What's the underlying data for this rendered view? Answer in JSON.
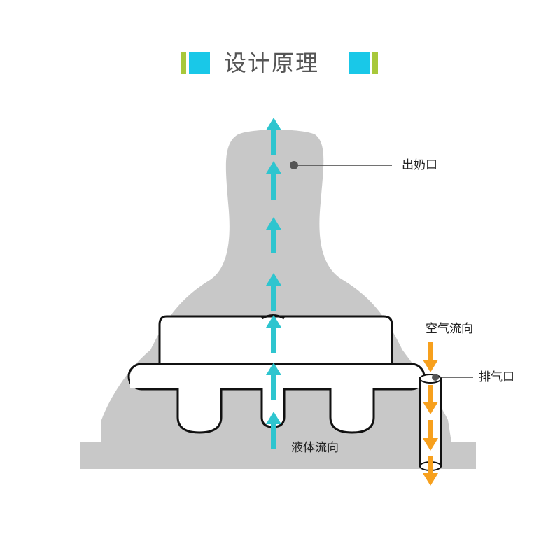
{
  "title": "设计原理",
  "labels": {
    "nipple_outlet": "出奶口",
    "air_flow": "空气流向",
    "vent": "排气口",
    "liquid_flow": "液体流向"
  },
  "colors": {
    "title_green": "#a8c83a",
    "title_cyan": "#19c8e8",
    "silhouette": "#c8c8c8",
    "liquid_arrow": "#2ec5cf",
    "air_arrow": "#f7a01d",
    "leader_line": "#444444"
  }
}
